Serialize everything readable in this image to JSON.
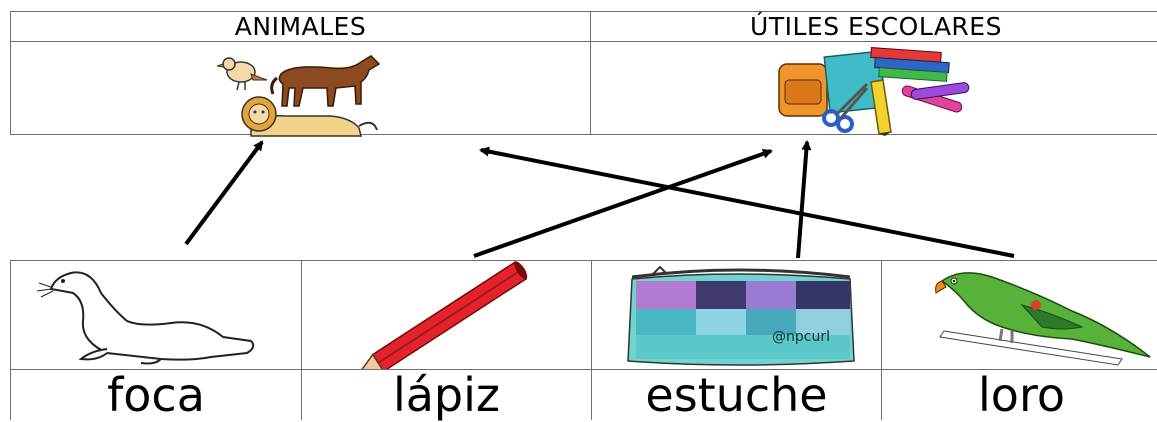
{
  "categories": [
    {
      "name": "ANIMALES",
      "image_icon": "animals-picture-icon"
    },
    {
      "name": "ÚTILES ESCOLARES",
      "image_icon": "school-supplies-picture-icon"
    }
  ],
  "items": [
    {
      "word": "foca",
      "image_icon": "seal-picture-icon",
      "category": "ANIMALES"
    },
    {
      "word": "lápiz",
      "image_icon": "pencil-picture-icon",
      "category": "ÚTILES ESCOLARES"
    },
    {
      "word": "estuche",
      "image_icon": "pencil-case-picture-icon",
      "category": "ÚTILES ESCOLARES",
      "case_brand": "@npcurl"
    },
    {
      "word": "loro",
      "image_icon": "parrot-picture-icon",
      "category": "ANIMALES"
    }
  ],
  "colors": {
    "border": "#6f6f6f",
    "arrow": "#000000",
    "pencil_red": "#e3232b"
  }
}
